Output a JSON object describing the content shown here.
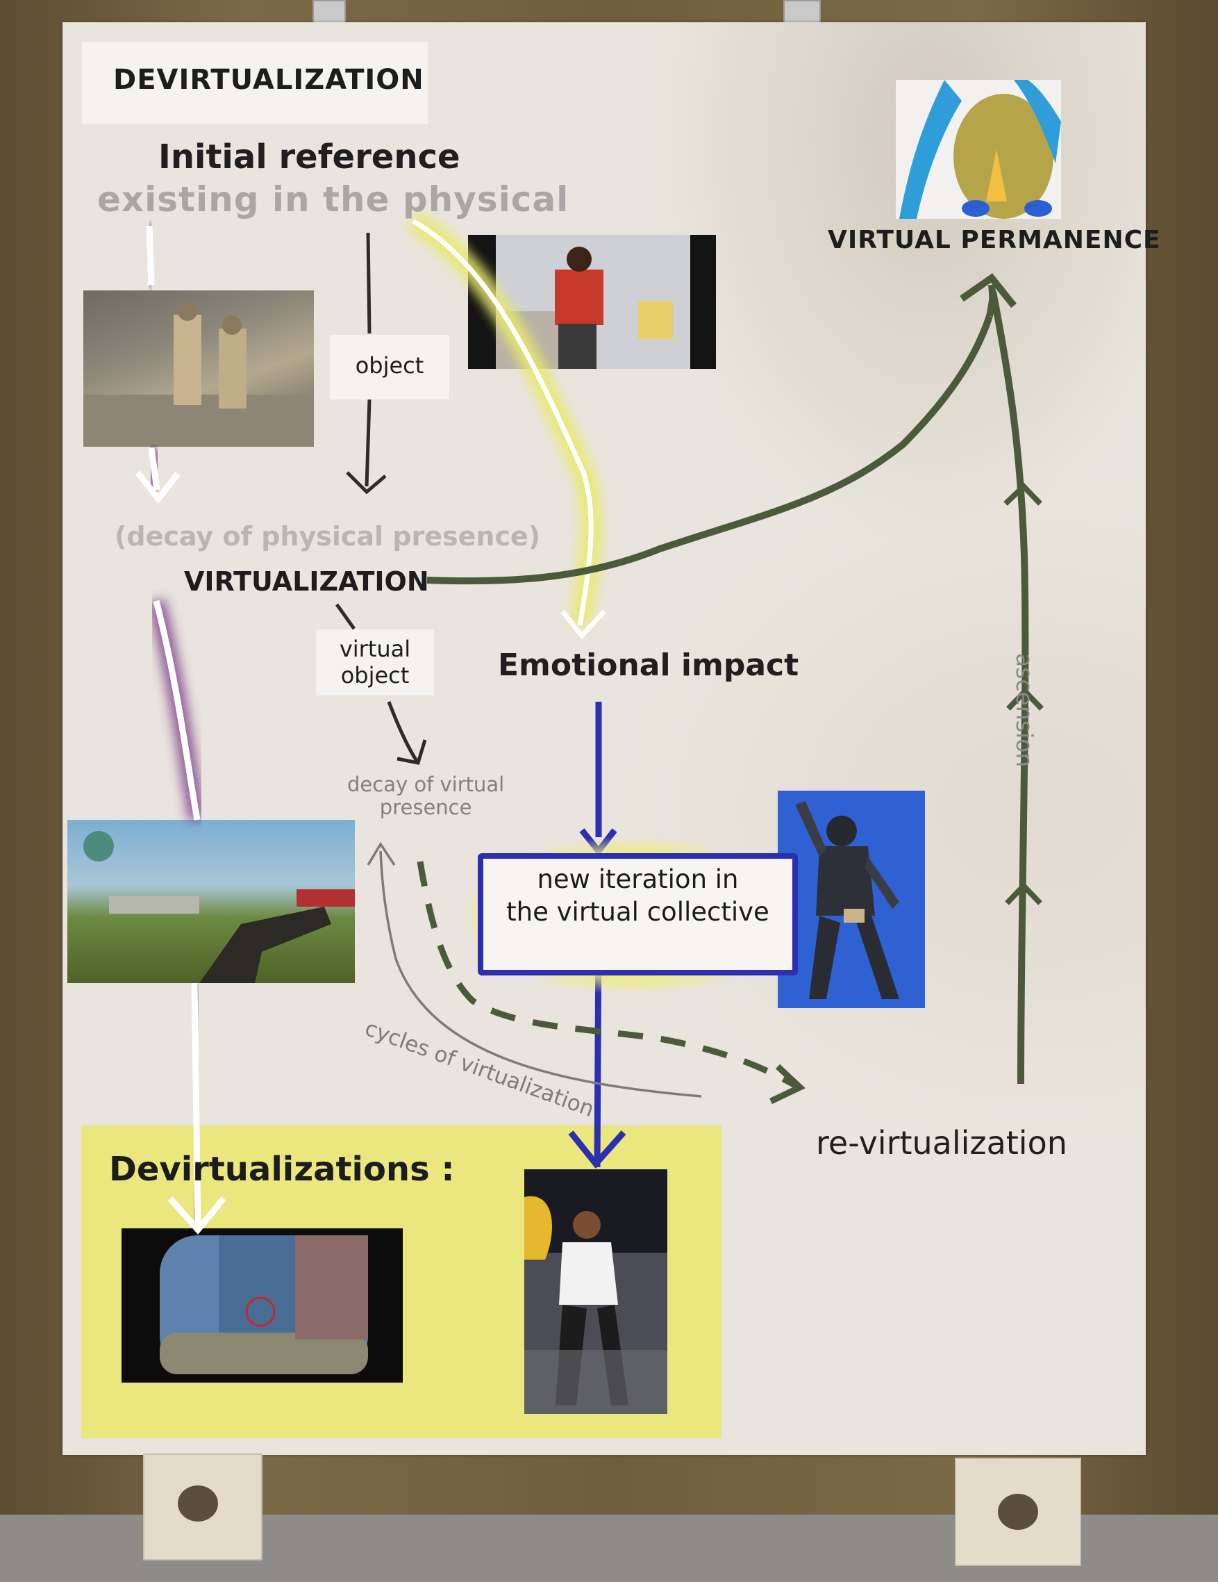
{
  "diagram": {
    "title": "DEVIRTUALIZATION",
    "initial_reference": "Initial reference",
    "initial_reference_sub": "existing in the physical",
    "virtual_permanence": "VIRTUAL PERMANENCE",
    "object_label": "object",
    "decay_physical": "(decay of physical presence)",
    "virtualization": "VIRTUALIZATION",
    "virtual_object_line1": "virtual",
    "virtual_object_line2": "object",
    "emotional_impact": "Emotional impact",
    "decay_virtual_line1": "decay of virtual",
    "decay_virtual_line2": "presence",
    "new_iteration_line1": "new iteration in",
    "new_iteration_line2": "the virtual collective",
    "cycles": "cycles of virtualization",
    "ascension": "ascension",
    "re_virtualization": "re-virtualization",
    "devirtualizations": "Devirtualizations :"
  },
  "images": {
    "soldiers": "soldiers-painting",
    "dancer_red": "dancing-man-red-shirt",
    "cartoon_horse": "cartoon-horse-praying",
    "game_field": "game-scene-with-rifle",
    "blue_figure": "dancing-armored-figure",
    "scope_view": "scope-view-game-scene",
    "dancer_white": "dancing-man-white-shirt"
  },
  "colors": {
    "purple_arrow": "#7b3f8a",
    "yellow_arrow": "#e8ea6a",
    "green_arrow": "#4b5a3a",
    "blue_arrow": "#2b2fb0",
    "board": "#e9e4dd"
  }
}
